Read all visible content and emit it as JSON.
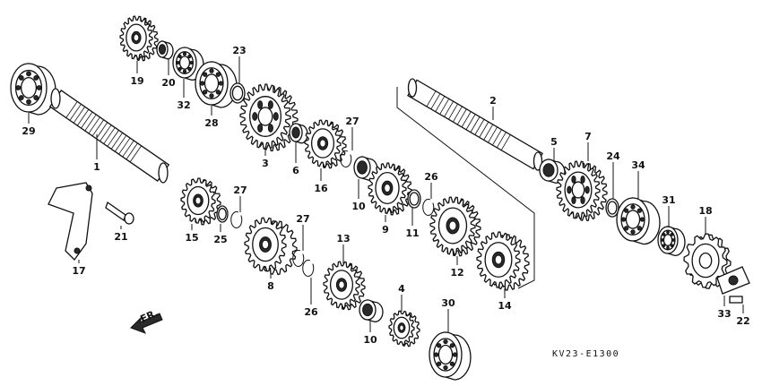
{
  "diagram_code": "KV23-E1300",
  "direction_label": "FR.",
  "callouts": [
    {
      "id": "c1",
      "text": "1"
    },
    {
      "id": "c2",
      "text": "2"
    },
    {
      "id": "c3",
      "text": "3"
    },
    {
      "id": "c4",
      "text": "4"
    },
    {
      "id": "c5",
      "text": "5"
    },
    {
      "id": "c6",
      "text": "6"
    },
    {
      "id": "c7",
      "text": "7"
    },
    {
      "id": "c8",
      "text": "8"
    },
    {
      "id": "c9",
      "text": "9"
    },
    {
      "id": "c10a",
      "text": "10"
    },
    {
      "id": "c10b",
      "text": "10"
    },
    {
      "id": "c11",
      "text": "11"
    },
    {
      "id": "c12",
      "text": "12"
    },
    {
      "id": "c13",
      "text": "13"
    },
    {
      "id": "c14",
      "text": "14"
    },
    {
      "id": "c15",
      "text": "15"
    },
    {
      "id": "c16",
      "text": "16"
    },
    {
      "id": "c17",
      "text": "17"
    },
    {
      "id": "c18",
      "text": "18"
    },
    {
      "id": "c19",
      "text": "19"
    },
    {
      "id": "c20",
      "text": "20"
    },
    {
      "id": "c21",
      "text": "21"
    },
    {
      "id": "c22",
      "text": "22"
    },
    {
      "id": "c23",
      "text": "23"
    },
    {
      "id": "c24",
      "text": "24"
    },
    {
      "id": "c25",
      "text": "25"
    },
    {
      "id": "c26a",
      "text": "26"
    },
    {
      "id": "c26b",
      "text": "26"
    },
    {
      "id": "c27a",
      "text": "27"
    },
    {
      "id": "c27b",
      "text": "27"
    },
    {
      "id": "c27c",
      "text": "27"
    },
    {
      "id": "c28",
      "text": "28"
    },
    {
      "id": "c29",
      "text": "29"
    },
    {
      "id": "c30",
      "text": "30"
    },
    {
      "id": "c31",
      "text": "31"
    },
    {
      "id": "c32",
      "text": "32"
    },
    {
      "id": "c33",
      "text": "33"
    },
    {
      "id": "c34",
      "text": "34"
    }
  ]
}
